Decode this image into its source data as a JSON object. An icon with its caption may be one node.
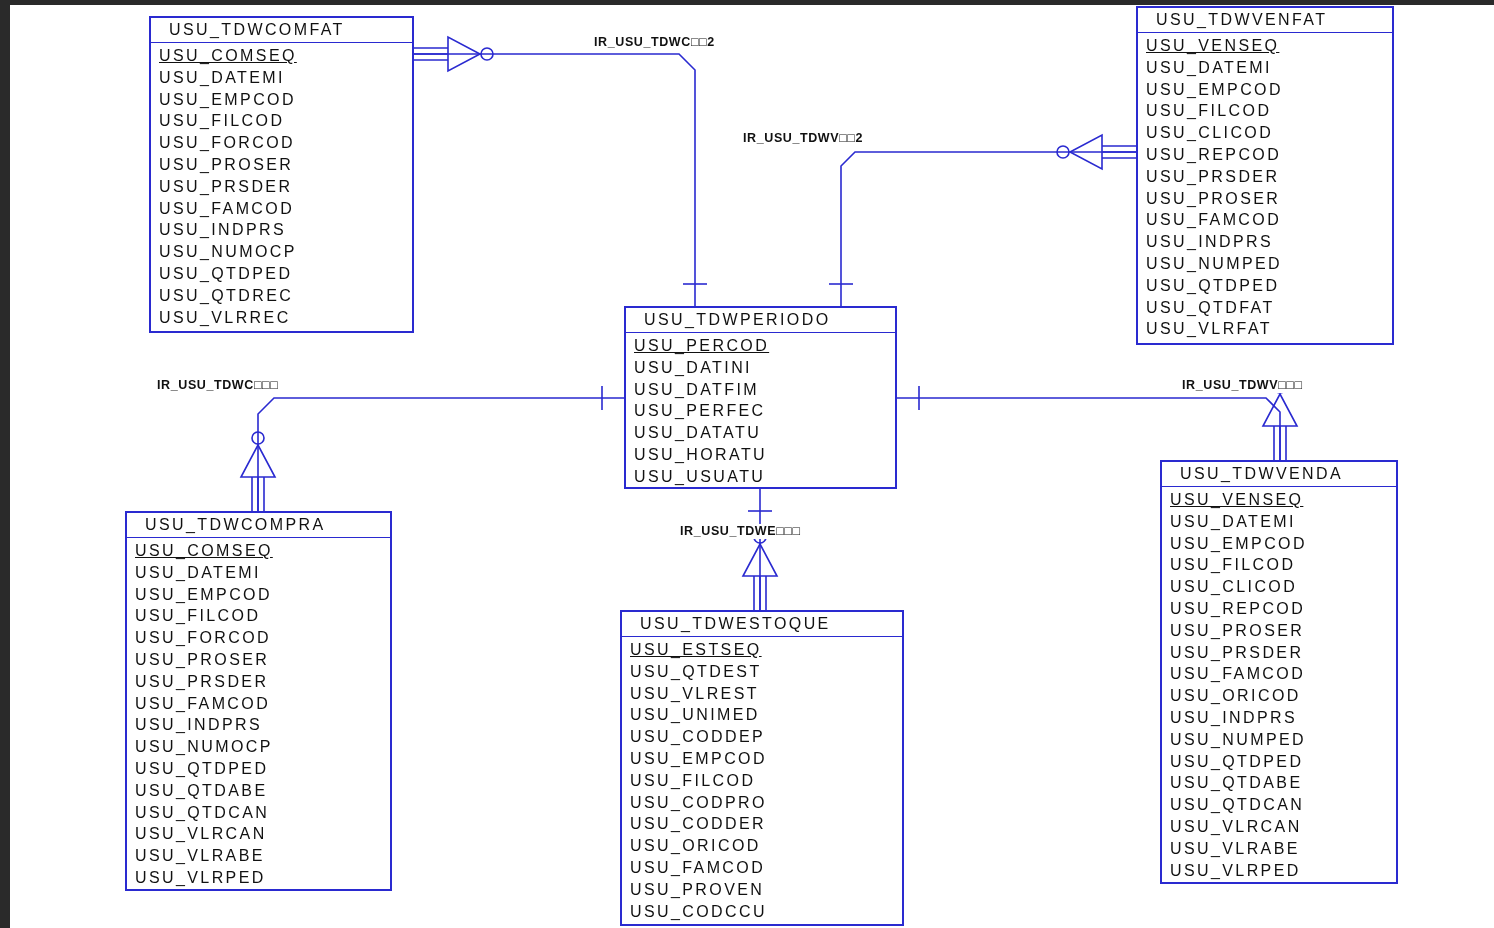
{
  "diagram": {
    "nodes": [
      {
        "text": [
          "USU_TDWCOMFAT",
          "USU_COMSEQ",
          "USU_DATEMI",
          "USU_EMPCOD",
          "USU_FILCOD",
          "USU_FORCOD",
          "USU_PROSER",
          "USU_PRSDER",
          "USU_FAMCOD",
          "USU_INDPRS",
          "USU_NUMOCP",
          "USU_QTDPED",
          "USU_QTDREC",
          "USU_VLRREC"
        ]
      },
      {
        "text": [
          "USU_TDWVENFAT",
          "USU_VENSEQ",
          "USU_DATEMI",
          "USU_EMPCOD",
          "USU_FILCOD",
          "USU_CLICOD",
          "USU_REPCOD",
          "USU_PRSDER",
          "USU_PROSER",
          "USU_FAMCOD",
          "USU_INDPRS",
          "USU_NUMPED",
          "USU_QTDPED",
          "USU_QTDFAT",
          "USU_VLRFAT"
        ]
      },
      {
        "text": [
          "USU_TDWPERIODO",
          "USU_PERCOD",
          "USU_DATINI",
          "USU_DATFIM",
          "USU_PERFEC",
          "USU_DATATU",
          "USU_HORATU",
          "USU_USUATU"
        ]
      },
      {
        "text": [
          "USU_TDWVENDA",
          "USU_VENSEQ",
          "USU_DATEMI",
          "USU_EMPCOD",
          "USU_FILCOD",
          "USU_CLICOD",
          "USU_REPCOD",
          "USU_PROSER",
          "USU_PRSDER",
          "USU_FAMCOD",
          "USU_ORICOD",
          "USU_INDPRS",
          "USU_NUMPED",
          "USU_QTDPED",
          "USU_QTDABE",
          "USU_QTDCAN",
          "USU_VLRCAN",
          "USU_VLRABE",
          "USU_VLRPED"
        ]
      },
      {
        "text": [
          "USU_TDWCOMPRA",
          "USU_COMSEQ",
          "USU_DATEMI",
          "USU_EMPCOD",
          "USU_FILCOD",
          "USU_FORCOD",
          "USU_PROSER",
          "USU_PRSDER",
          "USU_FAMCOD",
          "USU_INDPRS",
          "USU_NUMOCP",
          "USU_QTDPED",
          "USU_QTDABE",
          "USU_QTDCAN",
          "USU_VLRCAN",
          "USU_VLRABE",
          "USU_VLRPED"
        ]
      },
      {
        "text": [
          "USU_TDWESTOQUE",
          "USU_ESTSEQ",
          "USU_QTDEST",
          "USU_VLREST",
          "USU_UNIMED",
          "USU_CODDEP",
          "USU_EMPCOD",
          "USU_FILCOD",
          "USU_CODPRO",
          "USU_CODDER",
          "USU_ORICOD",
          "USU_FAMCOD",
          "USU_PROVEN",
          "USU_CODCCU"
        ]
      }
    ],
    "edges": [
      {
        "from": 2,
        "to": 0,
        "arrow": "to",
        "label": "IR_USU_TDWC□□2"
      },
      {
        "from": 2,
        "to": 1,
        "arrow": "to",
        "label": "IR_USU_TDWV□□2"
      },
      {
        "from": 2,
        "to": 4,
        "arrow": "to",
        "label": "IR_USU_TDWC□□□"
      },
      {
        "from": 2,
        "to": 3,
        "arrow": "to",
        "label": "IR_USU_TDWV□□□"
      },
      {
        "from": 2,
        "to": 5,
        "arrow": "to",
        "label": "IR_USU_TDWE□□□"
      }
    ]
  }
}
